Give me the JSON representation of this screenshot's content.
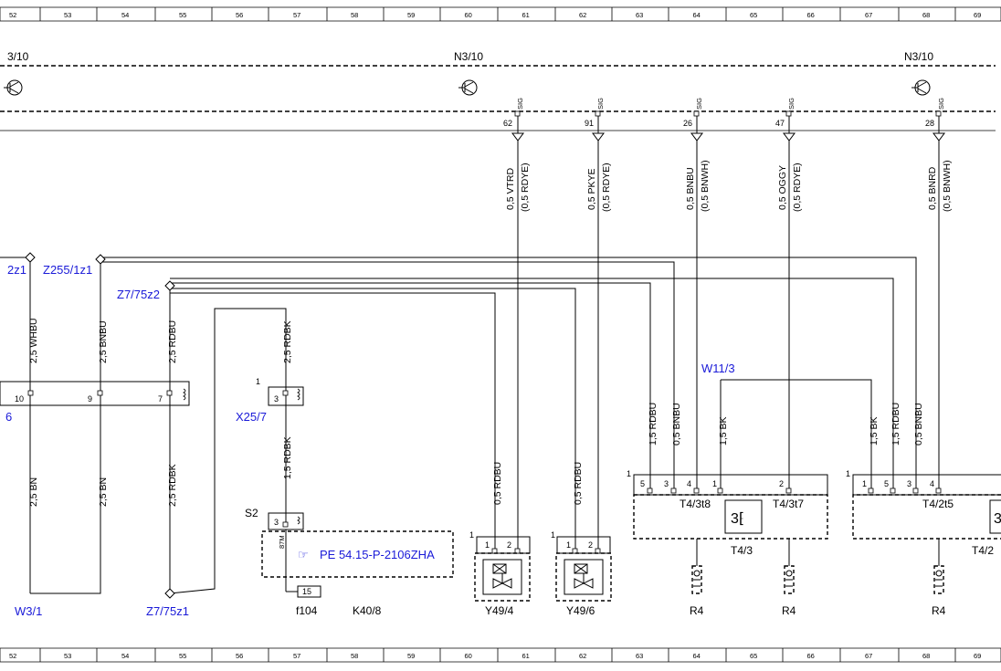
{
  "grid": {
    "columns": [
      "52",
      "53",
      "54",
      "55",
      "56",
      "57",
      "58",
      "59",
      "60",
      "61",
      "62",
      "63",
      "64",
      "65",
      "66",
      "67",
      "68",
      "69"
    ]
  },
  "bus": {
    "left_label": "3/10",
    "mid_label": "N3/10",
    "right_label": "N3/10"
  },
  "pins": [
    {
      "num": "62",
      "sig": "SIG",
      "wire": "0,5 VTRD",
      "alt": "(0,5 RDYE)"
    },
    {
      "num": "91",
      "sig": "SIG",
      "wire": "0,5 PKYE",
      "alt": "(0,5 RDYE)"
    },
    {
      "num": "26",
      "sig": "SIG",
      "wire": "0,5 BNBU",
      "alt": "(0,5 BNWH)"
    },
    {
      "num": "47",
      "sig": "SIG",
      "wire": "0,5 OGGY",
      "alt": "(0,5 RDYE)"
    },
    {
      "num": "28",
      "sig": "SIG",
      "wire": "0,5 BNRD",
      "alt": "(0,5 BNWH)"
    }
  ],
  "splices": {
    "a": "2z1",
    "b": "Z255/1z1",
    "c": "Z7/75z2",
    "d": "Z7/75z1"
  },
  "wires": {
    "whbu": "2,5 WHBU",
    "bnbu_top": "2,5 BNBU",
    "rdbu_top": "2,5 RDBU",
    "rdbk_top": "2,5 RDBK",
    "bn1": "2,5 BN",
    "bn2": "2,5 BN",
    "rdbk_low": "2,5 RDBK",
    "rdbk_15": "1,5 RDBK",
    "rdbu_y1": "0,5 RDBU",
    "rdbu_y2": "0,5 RDBU",
    "t1_rdbu": "1,5 RDBU",
    "t1_bnbu": "0,5 BNBU",
    "t1_bk": "1,5 BK",
    "t2_bk": "1,5 BK",
    "t2_rdbu": "1,5 RDBU",
    "t2_bnbu": "0,5 BNBU"
  },
  "connector_left": {
    "pins": [
      "10",
      "9",
      "7"
    ],
    "label": "6"
  },
  "x25": {
    "label": "X25/7",
    "one": "1",
    "pin": "3"
  },
  "s2": {
    "label": "S2",
    "pin": "3",
    "contact": "87M",
    "ref": "PE 54.15-P-2106ZHA",
    "fuse_pin": "15",
    "fuse": "f104",
    "relay": "K40/8"
  },
  "w3": "W3/1",
  "w11": "W11/3",
  "valves": [
    {
      "label": "Y49/4",
      "one": "1",
      "p1": "1",
      "p2": "2"
    },
    {
      "label": "Y49/6",
      "one": "1",
      "p1": "1",
      "p2": "2"
    }
  ],
  "t4_3": {
    "one": "1",
    "pins": [
      "5",
      "3",
      "4",
      "1",
      "2"
    ],
    "sub1": "T4/3t8",
    "sub2": "T4/3t7",
    "label": "T4/3"
  },
  "t4_2": {
    "one": "1",
    "pins": [
      "1",
      "5",
      "3",
      "4"
    ],
    "sub": "T4/2t5",
    "label": "T4/2"
  },
  "spark": [
    "R4",
    "R4",
    "R4"
  ]
}
